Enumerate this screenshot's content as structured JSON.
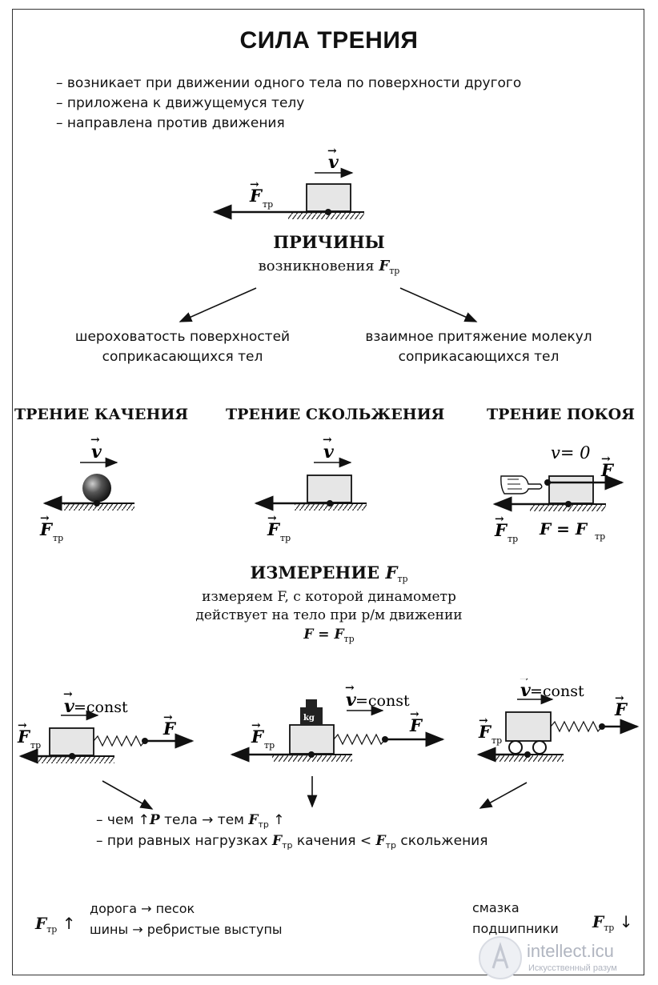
{
  "title": "СИЛА ТРЕНИЯ",
  "properties": [
    "– возникает при движении одного тела по поверхности другого",
    "– приложена к движущемуся телу",
    "– направлена против движения"
  ],
  "symbols": {
    "v": "v",
    "F": "F",
    "tr": "тр",
    "const": "=const",
    "v0": "v= 0",
    "kg": "kg"
  },
  "causes": {
    "heading": "ПРИЧИНЫ",
    "subheading_text": "возникновения",
    "left": [
      "шероховатость поверхностей",
      "соприкасающихся тел"
    ],
    "right": [
      "взаимное притяжение молекул",
      "соприкасающихся тел"
    ]
  },
  "types": {
    "rolling": "ТРЕНИЕ КАЧЕНИЯ",
    "sliding": "ТРЕНИЕ СКОЛЬЖЕНИЯ",
    "static": "ТРЕНИЕ ПОКОЯ",
    "static_eq": "F = F"
  },
  "measurement": {
    "heading": "ИЗМЕРЕНИЕ",
    "line1": "измеряем F, с которой динамометр",
    "line2": "действует на тело при р/м движении",
    "formula": "F = F"
  },
  "conclusions": {
    "c1_a": "– чем ↑",
    "c1_b": "P",
    "c1_c": "тела → тем",
    "c2_a": "– при равных нагрузках",
    "c2_b": "качения <",
    "c2_c": "скольжения"
  },
  "footer": {
    "increase": [
      "дорога → песок",
      "шины → ребристые выступы"
    ],
    "decrease": [
      "смазка",
      "подшипники"
    ],
    "up_arrow": "↑",
    "down_arrow": "↓"
  },
  "watermark": {
    "brand": "intellect.icu",
    "tagline": "Искусственный разум"
  }
}
